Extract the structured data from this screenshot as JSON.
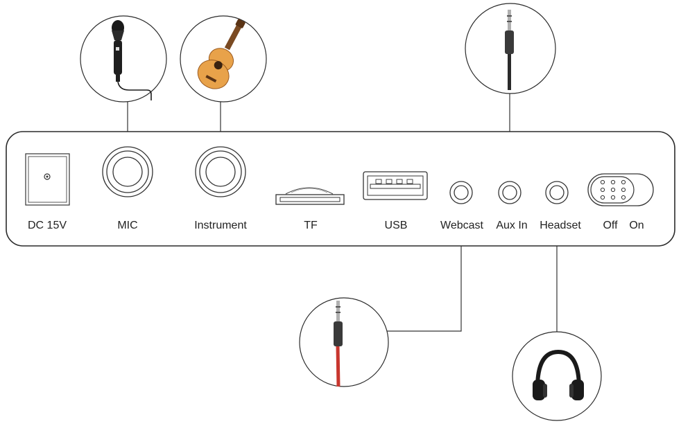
{
  "ports": [
    {
      "id": "dc",
      "label": "DC 15V"
    },
    {
      "id": "mic",
      "label": "MIC"
    },
    {
      "id": "instrument",
      "label": "Instrument"
    },
    {
      "id": "tf",
      "label": "TF"
    },
    {
      "id": "usb",
      "label": "USB"
    },
    {
      "id": "webcast",
      "label": "Webcast"
    },
    {
      "id": "auxin",
      "label": "Aux In"
    },
    {
      "id": "headset",
      "label": "Headset"
    }
  ],
  "switch": {
    "off_label": "Off",
    "on_label": "On"
  },
  "accessories": [
    {
      "id": "microphone",
      "icon": "microphone-icon",
      "connects_to": "MIC"
    },
    {
      "id": "guitar",
      "icon": "acoustic-guitar-icon",
      "connects_to": "Instrument"
    },
    {
      "id": "aux-cable",
      "icon": "audio-jack-cable-icon",
      "connects_to": "Aux In"
    },
    {
      "id": "webcast-cable",
      "icon": "red-audio-cable-icon",
      "connects_to": "Webcast"
    },
    {
      "id": "headphones",
      "icon": "headphones-icon",
      "connects_to": "Headset"
    }
  ],
  "colors": {
    "outline": "#2a2a2a",
    "guitar_body": "#e8a24a",
    "cable_red": "#c8362e",
    "background": "#ffffff"
  }
}
